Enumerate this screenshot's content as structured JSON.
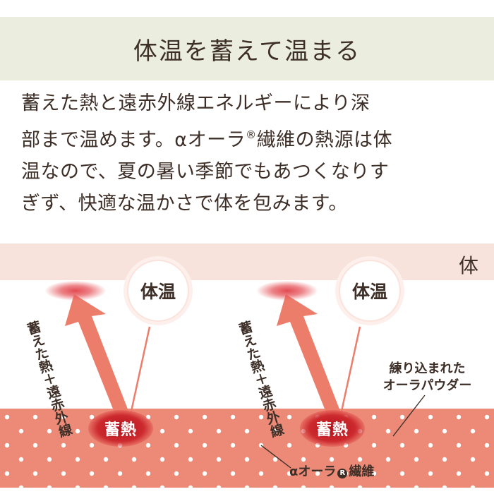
{
  "header": {
    "title": "体温を蓄えて温まる"
  },
  "description": {
    "line1": "蓄えた熱と遠赤外線エネルギーにより深",
    "line2a": "部まで温めます。αオーラ",
    "line2_mark": "®",
    "line2b": "繊維の熱源は体",
    "line3": "温なので、夏の暑い季節でもあつくなりす",
    "line4": "ぎず、快適な温かさで体を包みます。"
  },
  "diagram": {
    "body_label": "体",
    "units": [
      {
        "bubble_label": "体温",
        "arrow_label": "蓄えた熱＋遠赤外線",
        "hot_label": "蓄熱"
      },
      {
        "bubble_label": "体温",
        "arrow_label": "蓄えた熱＋遠赤外線",
        "hot_label": "蓄熱"
      }
    ],
    "powder_label_line1": "練り込まれた",
    "powder_label_line2": "オーラパウダー",
    "fiber_label_prefix": "αオーラ",
    "fiber_label_mark": "R",
    "fiber_label_suffix": "繊維"
  },
  "colors": {
    "header_bg": "#ebeedf",
    "body_band": "#f8e3dc",
    "fiber_band": "#ec8a77",
    "arrow": "#ed7d6b",
    "heat": "#b3121c",
    "text": "#3d2f27"
  }
}
